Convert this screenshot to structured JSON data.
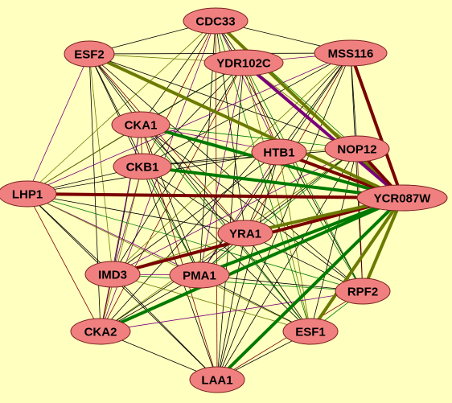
{
  "colors": {
    "background": "#ffffc0",
    "node_fill": "#f08080",
    "edge_default": "#000000",
    "edge_dark_red": "#7a0000",
    "edge_green": "#007a00",
    "edge_olive": "#6b7a00",
    "edge_purple": "#7a007a"
  },
  "nodes": [
    {
      "id": "CDC33",
      "label": "CDC33"
    },
    {
      "id": "ESF2",
      "label": "ESF2"
    },
    {
      "id": "YDR102C",
      "label": "YDR102C"
    },
    {
      "id": "MSS116",
      "label": "MSS116"
    },
    {
      "id": "CKA1",
      "label": "CKA1"
    },
    {
      "id": "HTB1",
      "label": "HTB1"
    },
    {
      "id": "NOP12",
      "label": "NOP12"
    },
    {
      "id": "CKB1",
      "label": "CKB1"
    },
    {
      "id": "LHP1",
      "label": "LHP1"
    },
    {
      "id": "YCR087W",
      "label": "YCR087W"
    },
    {
      "id": "YRA1",
      "label": "YRA1"
    },
    {
      "id": "IMD3",
      "label": "IMD3"
    },
    {
      "id": "PMA1",
      "label": "PMA1"
    },
    {
      "id": "RPF2",
      "label": "RPF2"
    },
    {
      "id": "CKA2",
      "label": "CKA2"
    },
    {
      "id": "ESF1",
      "label": "ESF1"
    },
    {
      "id": "LAA1",
      "label": "LAA1"
    }
  ],
  "highlighted_edges": [
    {
      "source": "YCR087W",
      "target": "LHP1",
      "color": "dark_red"
    },
    {
      "source": "YCR087W",
      "target": "MSS116",
      "color": "dark_red"
    },
    {
      "source": "YCR087W",
      "target": "IMD3",
      "color": "dark_red"
    },
    {
      "source": "YCR087W",
      "target": "HTB1",
      "color": "dark_red"
    },
    {
      "source": "YCR087W",
      "target": "CKA1",
      "color": "green"
    },
    {
      "source": "YCR087W",
      "target": "CKB1",
      "color": "green"
    },
    {
      "source": "YCR087W",
      "target": "CKA2",
      "color": "green"
    },
    {
      "source": "YCR087W",
      "target": "LAA1",
      "color": "green"
    },
    {
      "source": "YCR087W",
      "target": "PMA1",
      "color": "green"
    },
    {
      "source": "YCR087W",
      "target": "ESF2",
      "color": "olive"
    },
    {
      "source": "YCR087W",
      "target": "CDC33",
      "color": "olive"
    },
    {
      "source": "YCR087W",
      "target": "ESF1",
      "color": "olive"
    },
    {
      "source": "YCR087W",
      "target": "RPF2",
      "color": "olive"
    },
    {
      "source": "YCR087W",
      "target": "YRA1",
      "color": "olive"
    },
    {
      "source": "YCR087W",
      "target": "YDR102C",
      "color": "purple"
    },
    {
      "source": "YCR087W",
      "target": "NOP12",
      "color": "dark_red"
    }
  ]
}
